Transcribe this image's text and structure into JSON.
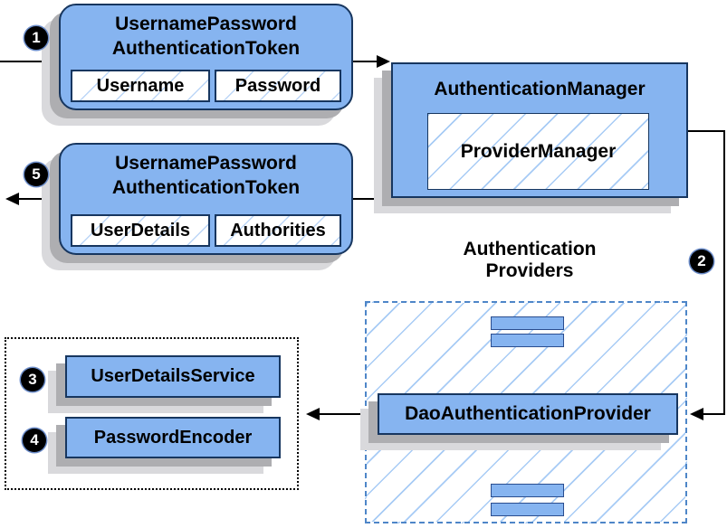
{
  "steps": {
    "s1": "1",
    "s2": "2",
    "s3": "3",
    "s4": "4",
    "s5": "5"
  },
  "token_request": {
    "title_lines": [
      "UsernamePassword",
      "AuthenticationToken"
    ],
    "fields": [
      "Username",
      "Password"
    ]
  },
  "token_response": {
    "title_lines": [
      "UsernamePassword",
      "AuthenticationToken"
    ],
    "fields": [
      "UserDetails",
      "Authorities"
    ]
  },
  "auth_manager": {
    "title": "AuthenticationManager",
    "inner_box": "ProviderManager"
  },
  "providers_group": {
    "label_lines": [
      "Authentication",
      "Providers"
    ],
    "dao_provider": "DaoAuthenticationProvider"
  },
  "services": {
    "items": [
      "UserDetailsService",
      "PasswordEncoder"
    ]
  },
  "colors": {
    "box_fill": "#86b4f0",
    "box_border": "#17365f",
    "bar_border": "#2a4d8f",
    "hatch_line": "#a7cbf5",
    "dashed_border": "#4e86c8",
    "shadow_dark": "#aeaeb1",
    "shadow_light": "#d9d9dc",
    "connector": "#000000",
    "badge_bg": "#000000",
    "badge_text": "#ffffff"
  }
}
